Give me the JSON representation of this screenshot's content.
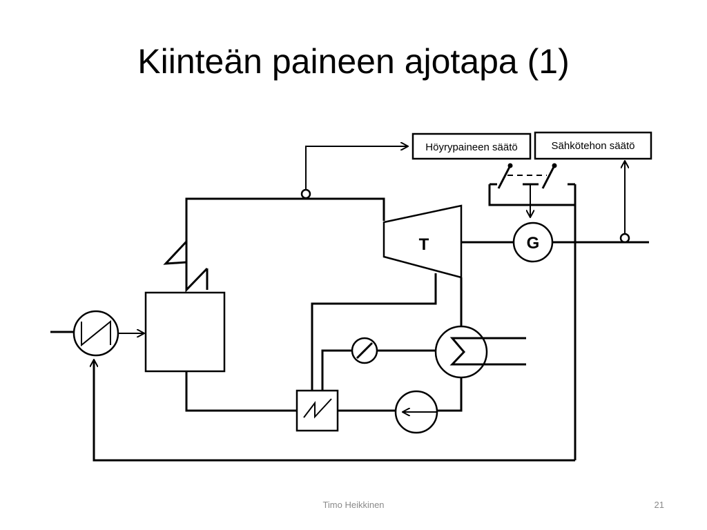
{
  "slide": {
    "title": "Kiinteän paineen ajotapa (1)",
    "footer_author": "Timo Heikkinen",
    "footer_page": "21"
  },
  "diagram": {
    "steam_pressure_control_label": "Höyrypaineen säätö",
    "power_control_label": "Sähkötehon säätö",
    "turbine_label": "T",
    "generator_label": "G"
  }
}
